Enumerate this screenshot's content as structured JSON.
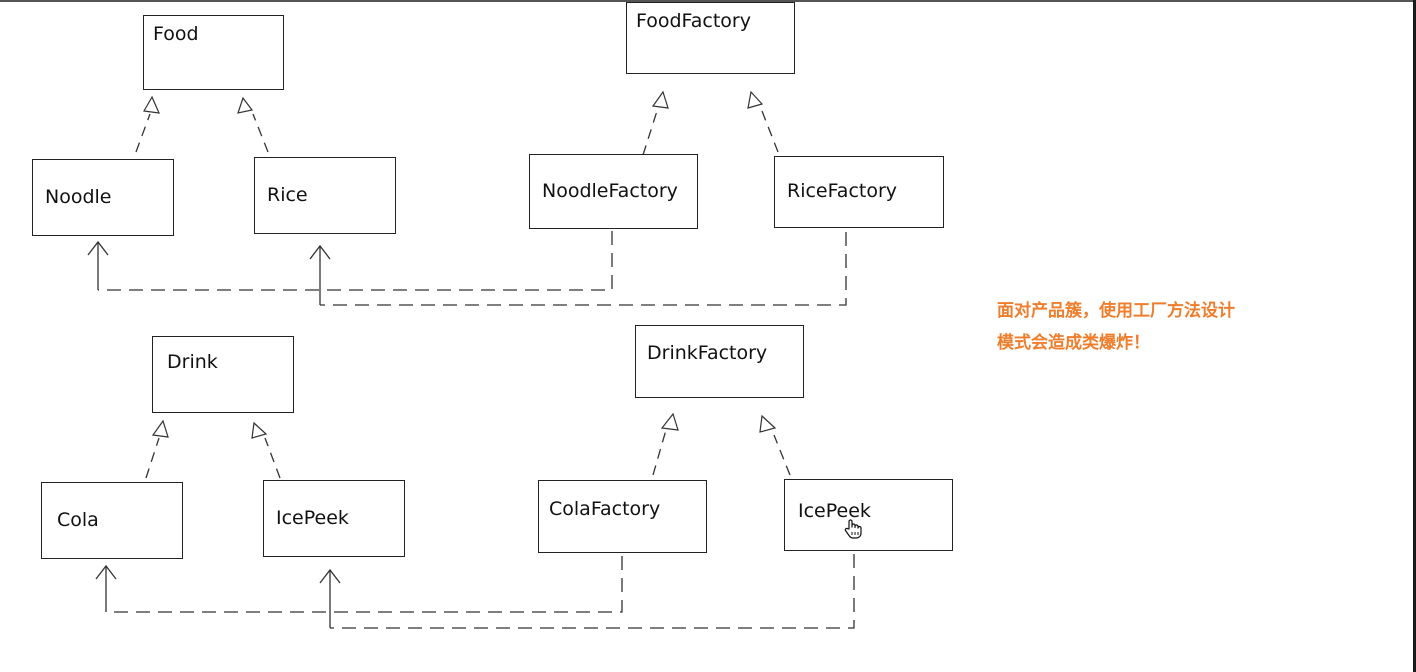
{
  "classes": {
    "food": "Food",
    "noodle": "Noodle",
    "rice": "Rice",
    "food_factory": "FoodFactory",
    "noodle_factory": "NoodleFactory",
    "rice_factory": "RiceFactory",
    "drink": "Drink",
    "cola": "Cola",
    "icepeek": "IcePeek",
    "drink_factory": "DrinkFactory",
    "cola_factory": "ColaFactory",
    "icepeek_factory": "IcePeek"
  },
  "note": {
    "line1": "面对产品簇，使用工厂方法设计",
    "line2": "模式会造成类爆炸！"
  },
  "colors": {
    "note": "#f07d2b",
    "lines": "#333333"
  },
  "icons": {
    "cursor": "hand-pointer-icon"
  }
}
